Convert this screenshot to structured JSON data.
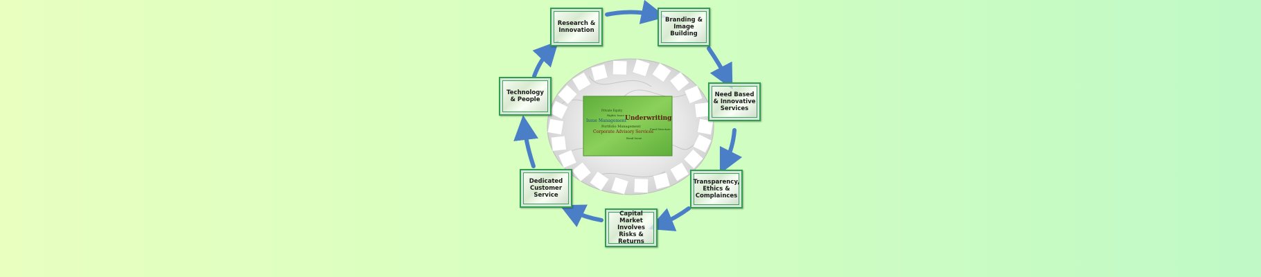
{
  "diagram": {
    "center_title": "Underwriting",
    "center_words": [
      "Private Equity",
      "Rights Issue",
      "Issue Management",
      "Portfolio Management",
      "Corporate Advisory Services",
      "Bond Issue",
      "Fund Structure"
    ],
    "nodes": [
      {
        "id": "research",
        "label": "Research & Innovation"
      },
      {
        "id": "branding",
        "label": "Branding & Image Building"
      },
      {
        "id": "need-based",
        "label": "Need Based & Innovative Services"
      },
      {
        "id": "transparency",
        "label": "Transparency, Ethics & Complainces"
      },
      {
        "id": "capital-market",
        "label": "Capital Market Involves Risks & Returns"
      },
      {
        "id": "customer-service",
        "label": "Dedicated Customer Service"
      },
      {
        "id": "technology",
        "label": "Technology & People"
      }
    ],
    "colors": {
      "arrow": "#4a7fc8",
      "box_border": "#2f9e4f",
      "center_green": "#6fc04a"
    }
  }
}
